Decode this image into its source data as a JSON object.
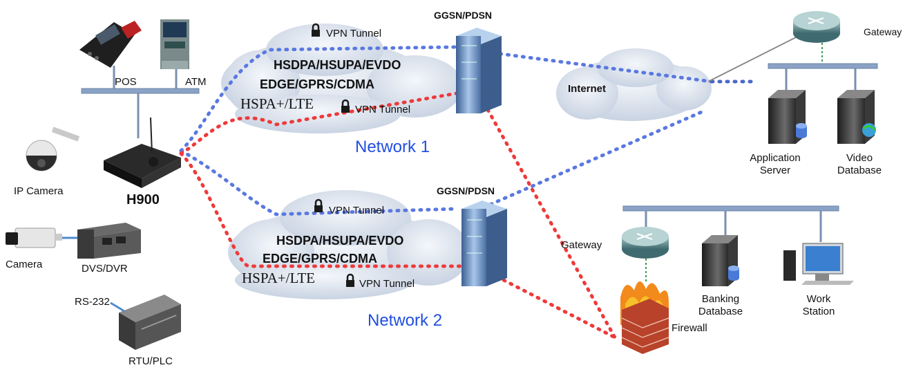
{
  "devices": {
    "pos": "POS",
    "atm": "ATM",
    "ip_camera": "IP Camera",
    "h900": "H900",
    "camera": "Camera",
    "dvs_dvr": "DVS/DVR",
    "rs232": "RS-232",
    "rtu_plc": "RTU/PLC"
  },
  "network1": {
    "ggsn": "GGSN/PDSN",
    "vpn_top": "VPN Tunnel",
    "vpn_bottom": "VPN Tunnel",
    "tech_line1": "HSDPA/HSUPA/EVDO",
    "tech_line2": "EDGE/GPRS/CDMA",
    "tech_line3": "HSPA+/LTE",
    "label": "Network 1"
  },
  "network2": {
    "ggsn": "GGSN/PDSN",
    "vpn_top": "VPN Tunnel",
    "vpn_bottom": "VPN Tunnel",
    "tech_line1": "HSDPA/HSUPA/EVDO",
    "tech_line2": "EDGE/GPRS/CDMA",
    "tech_line3": "HSPA+/LTE",
    "label": "Network 2"
  },
  "internet": "Internet",
  "top_site": {
    "gateway": "Gateway",
    "app_server_line1": "Application",
    "app_server_line2": "Server",
    "video_db_line1": "Video",
    "video_db_line2": "Database"
  },
  "bank_site": {
    "gateway": "Gateway",
    "firewall": "Firewall",
    "banking_db_line1": "Banking",
    "banking_db_line2": "Database",
    "workstation_line1": "Work",
    "workstation_line2": "Station"
  },
  "colors": {
    "blue_link": "#5a78e0",
    "red_link": "#ee3a3a",
    "network_label": "#1f4fe0",
    "cloud": "#dfe6f0",
    "bus": "#8aa2c4"
  }
}
